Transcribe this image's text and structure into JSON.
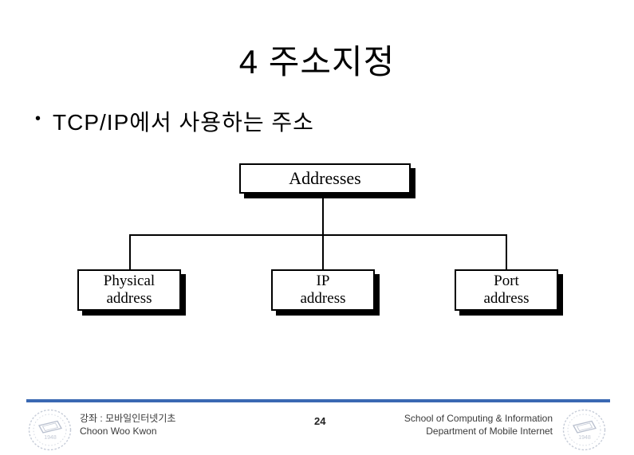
{
  "slide": {
    "title": "4 주소지정",
    "bullet_glyph": "•",
    "bullet_text": "TCP/IP에서 사용하는 주소"
  },
  "diagram": {
    "root": {
      "label": "Addresses"
    },
    "children": [
      {
        "line1": "Physical",
        "line2": "address"
      },
      {
        "line1": "IP",
        "line2": "address"
      },
      {
        "line1": "Port",
        "line2": "address"
      }
    ]
  },
  "footer": {
    "divider_color": "#3a68b2",
    "course_line1": "강좌 : 모바일인터넷기초",
    "course_line2": "Choon Woo Kwon",
    "page_number": "24",
    "school_line1": "School of Computing & Information",
    "school_line2": "Department of Mobile Internet",
    "seal_year": "1948",
    "left_logo": "university-seal",
    "right_logo": "university-seal"
  }
}
